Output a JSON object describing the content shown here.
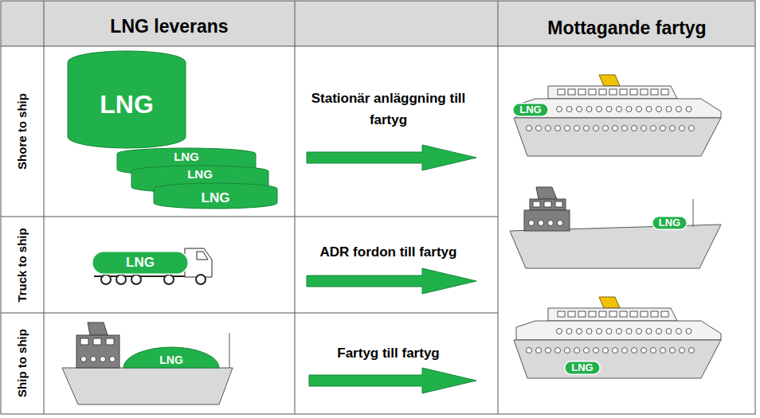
{
  "diagram": {
    "nodes": [
      {
        "text": [
          "LNG"
        ]
      },
      {
        "text": [
          "LNG"
        ]
      },
      {
        "text": [
          "LNG"
        ]
      },
      {
        "text": [
          "LNG"
        ]
      },
      {
        "text": [
          "LNG"
        ]
      },
      {
        "text": [
          "LNG"
        ]
      },
      {
        "text": [
          "LNG"
        ]
      },
      {
        "text": [
          "LNG"
        ]
      },
      {
        "text": [
          "LNG"
        ]
      }
    ],
    "labels": [
      "LNG leverans",
      "Mottagande fartyg",
      "Shore to ship",
      "Stationär anläggning till fartyg",
      "Truck to ship",
      "ADR fordon till fartyg",
      "Ship to ship",
      "Fartyg till fartyg"
    ]
  }
}
